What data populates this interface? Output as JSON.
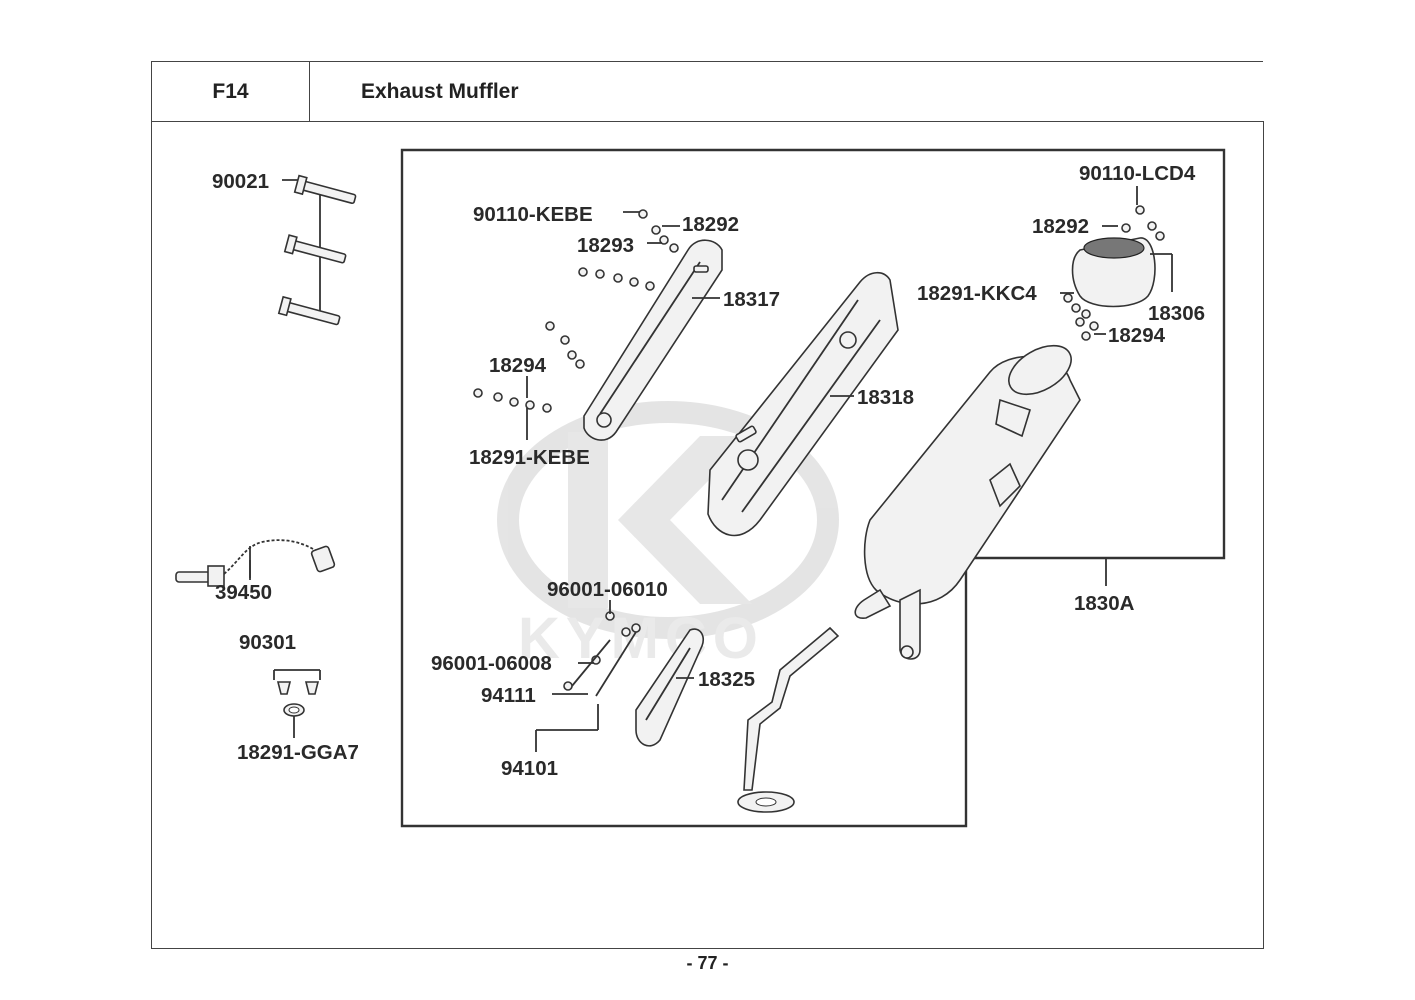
{
  "header": {
    "code": "F14",
    "title": "Exhaust Muffler"
  },
  "watermark": {
    "brand": "KYMCO"
  },
  "labels": {
    "p90021": "90021",
    "p39450": "39450",
    "p90301": "90301",
    "p18291_gga7": "18291-GGA7",
    "p90110_kebe": "90110-KEBE",
    "p18292_left": "18292",
    "p18293": "18293",
    "p18317": "18317",
    "p18294_left": "18294",
    "p18291_kebe": "18291-KEBE",
    "p18318": "18318",
    "p90110_lcd4": "90110-LCD4",
    "p18292_right": "18292",
    "p18291_kkc4": "18291-KKC4",
    "p18306": "18306",
    "p18294_right": "18294",
    "p1830a": "1830A",
    "p96001_06010": "96001-06010",
    "p96001_06008": "96001-06008",
    "p94111": "94111",
    "p18325": "18325",
    "p94101": "94101"
  },
  "footer": {
    "page": "- 77 -"
  }
}
